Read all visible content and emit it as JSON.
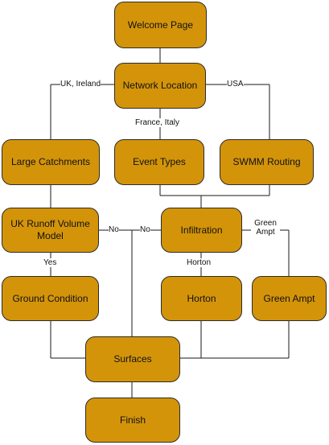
{
  "nodes": {
    "welcome": "Welcome Page",
    "network_location": "Network Location",
    "large_catchments": "Large Catchments",
    "event_types": "Event Types",
    "swmm_routing": "SWMM Routing",
    "uk_runoff": "UK Runoff Volume Model",
    "infiltration": "Infiltration",
    "ground_condition": "Ground Condition",
    "horton": "Horton",
    "green_ampt": "Green Ampt",
    "surfaces": "Surfaces",
    "finish": "Finish"
  },
  "edge_labels": {
    "uk_ireland": "UK, Ireland",
    "usa": "USA",
    "france_italy": "France, Italy",
    "uk_no": "No",
    "infil_no": "No",
    "yes": "Yes",
    "horton": "Horton",
    "green_ampt": "Green Ampt"
  },
  "colors": {
    "node_fill": "#D4940A",
    "node_border": "#2b2b2b",
    "connector": "#1a1a1a",
    "background": "#ffffff"
  }
}
